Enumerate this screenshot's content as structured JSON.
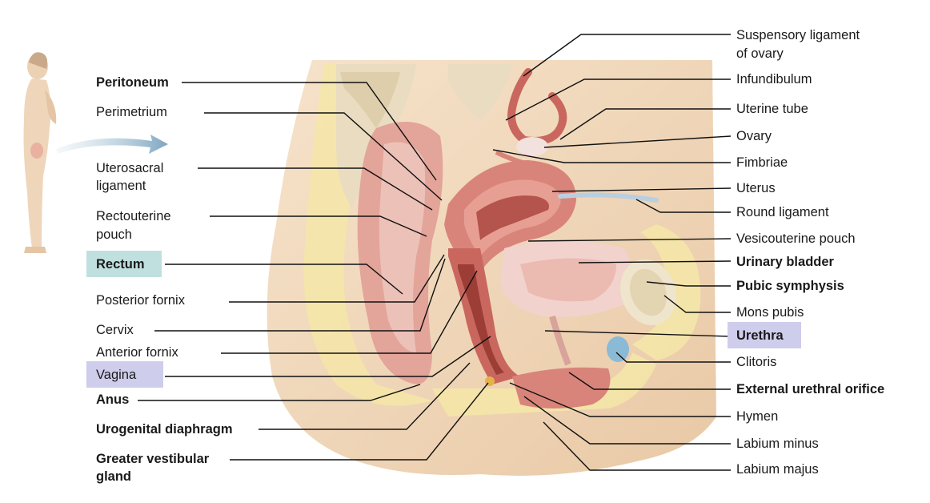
{
  "labels": {
    "left": [
      {
        "id": "peritoneum",
        "line1": "Peritoneum",
        "bold": true
      },
      {
        "id": "perimetrium",
        "line1": "Perimetrium",
        "bold": false
      },
      {
        "id": "uterosacral",
        "line1": "Uterosacral",
        "line2": "ligament",
        "bold": false
      },
      {
        "id": "rectouterine",
        "line1": "Rectouterine",
        "line2": "pouch",
        "bold": false
      },
      {
        "id": "rectum",
        "line1": "Rectum",
        "bold": true,
        "highlight": "#bfe0de"
      },
      {
        "id": "posterior_fornix",
        "line1": "Posterior fornix",
        "bold": false
      },
      {
        "id": "cervix",
        "line1": "Cervix",
        "bold": false
      },
      {
        "id": "anterior_fornix",
        "line1": "Anterior fornix",
        "bold": false
      },
      {
        "id": "vagina",
        "line1": "Vagina",
        "bold": false,
        "highlight": "#cfcdec"
      },
      {
        "id": "anus",
        "line1": "Anus",
        "bold": true
      },
      {
        "id": "urogenital",
        "line1": "Urogenital diaphragm",
        "bold": true
      },
      {
        "id": "greater_vestibular",
        "line1": "Greater vestibular",
        "line2": "gland",
        "bold": true
      }
    ],
    "right": [
      {
        "id": "suspensory",
        "line1": "Suspensory ligament",
        "line2": "of ovary",
        "bold": false
      },
      {
        "id": "infundibulum",
        "line1": "Infundibulum",
        "bold": false
      },
      {
        "id": "uterine_tube",
        "line1": "Uterine tube",
        "bold": false
      },
      {
        "id": "ovary",
        "line1": "Ovary",
        "bold": false
      },
      {
        "id": "fimbriae",
        "line1": "Fimbriae",
        "bold": false
      },
      {
        "id": "uterus",
        "line1": "Uterus",
        "bold": false
      },
      {
        "id": "round_ligament",
        "line1": "Round ligament",
        "bold": false
      },
      {
        "id": "vesicouterine",
        "line1": "Vesicouterine pouch",
        "bold": false
      },
      {
        "id": "urinary_bladder",
        "line1": "Urinary bladder",
        "bold": true
      },
      {
        "id": "pubic_symphysis",
        "line1": "Pubic symphysis",
        "bold": true
      },
      {
        "id": "mons_pubis",
        "line1": "Mons pubis",
        "bold": false
      },
      {
        "id": "urethra",
        "line1": "Urethra",
        "bold": true,
        "highlight": "#cfcdec"
      },
      {
        "id": "clitoris",
        "line1": "Clitoris",
        "bold": false
      },
      {
        "id": "ext_urethral",
        "line1": "External urethral orifice",
        "bold": true
      },
      {
        "id": "hymen",
        "line1": "Hymen",
        "bold": false
      },
      {
        "id": "labium_minus",
        "line1": "Labium minus",
        "bold": false
      },
      {
        "id": "labium_majus",
        "line1": "Labium majus",
        "bold": false
      }
    ]
  },
  "colors": {
    "skin": "#f3dcc0",
    "fat": "#f4e6a8",
    "muscle": "#d9847a",
    "muscle_dark": "#b4544c",
    "bone": "#efe4cc",
    "bladder": "#f2d2cc",
    "leader_line": "#111111",
    "ligament": "#b9cfe0"
  }
}
